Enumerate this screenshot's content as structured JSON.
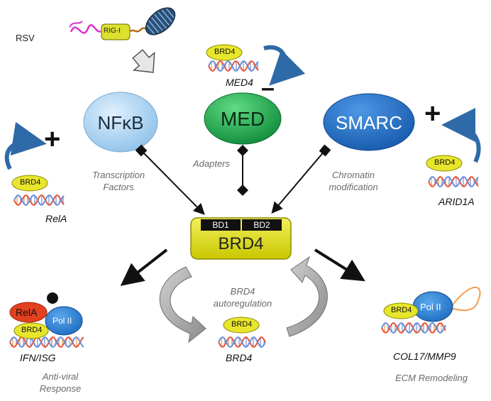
{
  "labels": {
    "rsv": "RSV",
    "rig_i": "RIG-I",
    "med4_gene": "MED4",
    "minus_sign": "–",
    "plus_left": "+",
    "plus_right": "+",
    "nfkb": "NFκB",
    "med": "MED",
    "smarc": "SMARC",
    "transcription_factors_1": "Transcription",
    "transcription_factors_2": "Factors",
    "adapters": "Adapters",
    "chromatin_1": "Chromatin",
    "chromatin_2": "modification",
    "rela_gene": "RelA",
    "arid1a_gene": "ARID1A",
    "bd1": "BD1",
    "bd2": "BD2",
    "brd4_center": "BRD4",
    "autoreg_1": "BRD4",
    "autoreg_2": "autoregulation",
    "brd4_gene": "BRD4",
    "ifn_isg_gene": "IFN/ISG",
    "col17_gene": "COL17/MMP9",
    "antiviral_1": "Anti-viral",
    "antiviral_2": "Response",
    "ecm": "ECM Remodeling",
    "rela_protein": "RelA",
    "pol_ii_left": "Pol II",
    "pol_ii_right": "Pol II",
    "brd4_small": "BRD4"
  },
  "colors": {
    "brd4_yellow": "#e3e22a",
    "brd4_dark": "#b8b600",
    "nfkb_blue": "#a9d3f2",
    "med_green": "#1aa84a",
    "smarc_blue": "#1f70c9",
    "pol_ii_blue": "#2f86d6",
    "rela_red": "#e2401e",
    "curved_arrow_blue": "#2f6aa8",
    "dna_red": "#e8553a",
    "dna_blue": "#6a8fd6",
    "dna_orange": "#f39a45",
    "autoreg_gray": "#9a9a9a"
  },
  "icons": [
    "rig-i-icon",
    "mitochondrion-icon",
    "dna-helix-icon",
    "curved-arrow-icon"
  ]
}
